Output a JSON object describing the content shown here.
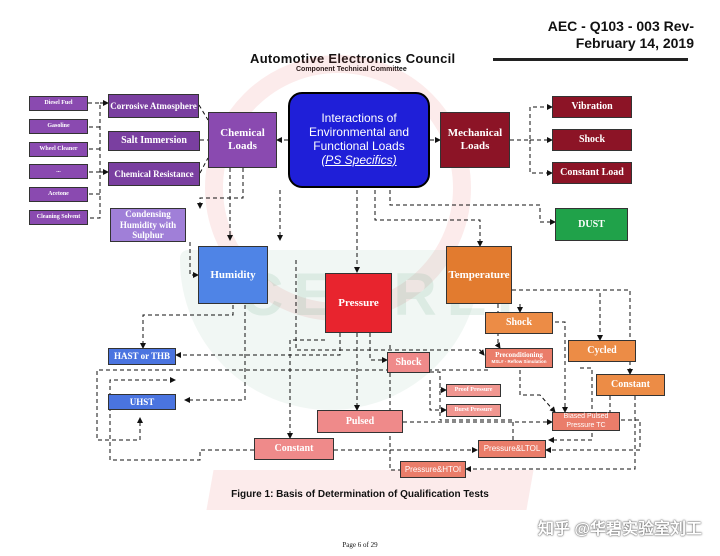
{
  "header": {
    "doc_id": "AEC - Q103 - 003 Rev-",
    "date": "February 14, 2019",
    "council": "Automotive Electronics Council",
    "committee": "Component Technical Committee"
  },
  "watermark": "CEPREI",
  "central": {
    "title": "Interactions of Environmental and Functional Loads",
    "subtitle": "(PS Specifics)"
  },
  "chemical": {
    "title": "Chemical Loads",
    "groups": [
      "Corrosive Atmosphere",
      "Salt Immersion",
      "Chemical Resistance"
    ],
    "agents": [
      "Diesel Fuel",
      "Gasoline",
      "Wheel Cleaner",
      "...",
      "Acetone",
      "Cleaning Solvent"
    ]
  },
  "condensing": "Condensing Humidity with Sulphur",
  "mechanical": {
    "title": "Mechanical Loads",
    "items": [
      "Vibration",
      "Shock",
      "Constant Load"
    ]
  },
  "dust": "DUST",
  "humidity": {
    "title": "Humidity",
    "hast": "HAST or THB",
    "uhst": "UHST"
  },
  "pressure": {
    "title": "Pressure",
    "shock": "Shock",
    "proof": "Proof Pressure",
    "burst": "Burst Pressure",
    "pulsed": "Pulsed",
    "constant": "Constant"
  },
  "temperature": {
    "title": "Temperature",
    "shock": "Shock",
    "cycled": "Cycled",
    "constant": "Constant"
  },
  "precond": {
    "line1": "Preconditioning",
    "line2": "MSL# - Reflow Simulation"
  },
  "biased": "Biased Pulsed Pressure TC",
  "pltol": "Pressure&LTOL",
  "phtoi": "Pressure&HTOI",
  "caption": "Figure 1:  Basis of Determination of Qualification Tests",
  "page": "Page 6 of 29",
  "footer_watermark": "知乎 @华碧实验室刘工"
}
